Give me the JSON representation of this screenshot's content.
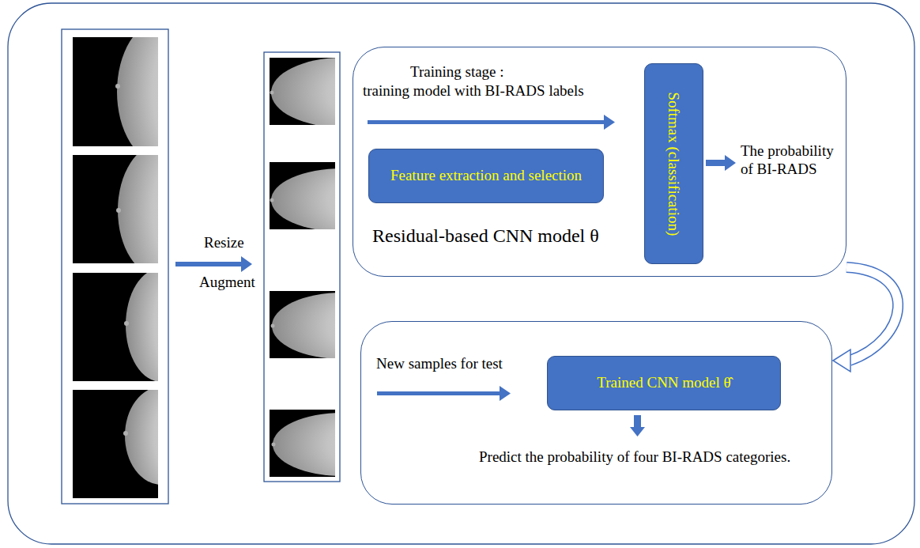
{
  "diagram": {
    "nodes": [
      {
        "text": [
          "Training stage :",
          "training model with BI-RADS labels",
          "Residual-based CNN model θ",
          "The probability of BI-RADS"
        ]
      },
      {
        "text": [
          "Feature extraction and selection"
        ],
        "in": 0
      },
      {
        "text": [
          "Softmax (classification)"
        ],
        "in": 0
      },
      {
        "text": [
          "New samples for test",
          "Predict the probability of four BI-RADS categories."
        ]
      },
      {
        "text": [
          "Trained CNN model θ̂"
        ],
        "in": 3
      }
    ],
    "edges": [
      {
        "from": 0,
        "to": 3,
        "arrow": "to"
      }
    ],
    "labels": [
      "Resize",
      "Augment"
    ]
  }
}
